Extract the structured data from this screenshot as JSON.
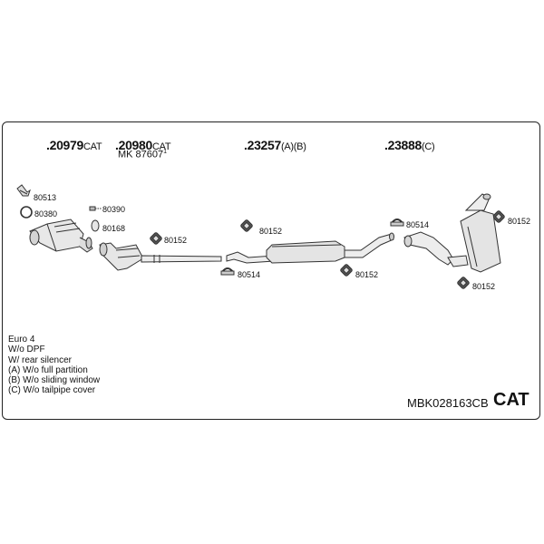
{
  "part_numbers": [
    {
      "number": ".20979",
      "suffix": "CAT"
    },
    {
      "number": ".20980",
      "suffix": "CAT"
    },
    {
      "number": ".23257",
      "suffix": "(A)(B)"
    },
    {
      "number": ".23888",
      "suffix": "(C)"
    }
  ],
  "mk": {
    "text": "MK 87607",
    "mark": "1"
  },
  "accessory_labels": {
    "l80513": "80513",
    "l80380": "80380",
    "l80390": "80390",
    "l80168": "80168",
    "l80152_a": "80152",
    "l80152_b": "80152",
    "l80514_a": "80514",
    "l80152_c": "80152",
    "l80514_b": "80514",
    "l80152_d": "80152",
    "l80152_e": "80152"
  },
  "notes": [
    "Euro 4",
    "W/o DPF",
    "W/ rear silencer",
    "(A) W/o full partition",
    "(B) W/o sliding window",
    "(C) W/o tailpipe cover"
  ],
  "kit_code": "MBK028163CB",
  "badge": "CAT"
}
